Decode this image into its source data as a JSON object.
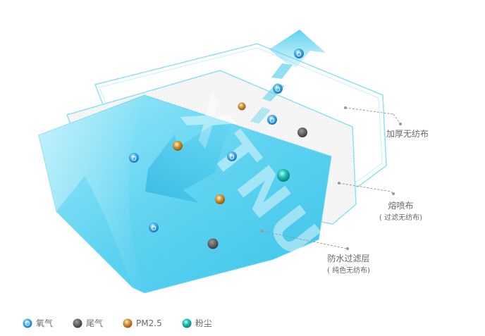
{
  "layers": [
    {
      "name": "加厚无纺布",
      "sub": ""
    },
    {
      "name": "熔喷布",
      "sub": "( 过滤无纺布)"
    },
    {
      "name": "防水过滤层",
      "sub": "( 纯色无纺布)"
    }
  ],
  "watermark": "XTNU+",
  "legend": [
    {
      "label": "氧气",
      "icon": "oxygen-particle-icon"
    },
    {
      "label": "尾气",
      "icon": "exhaust-particle-icon"
    },
    {
      "label": "PM2.5",
      "icon": "pm25-particle-icon"
    },
    {
      "label": "粉尘",
      "icon": "dust-particle-icon"
    }
  ],
  "colors": {
    "oxygen": "#2aa3e6",
    "exhaust": "#555555",
    "pm25": "#c8922b",
    "dust": "#1fb8b0",
    "layer_blue": "#5fd3f0",
    "frame": "#8fe0f3"
  }
}
